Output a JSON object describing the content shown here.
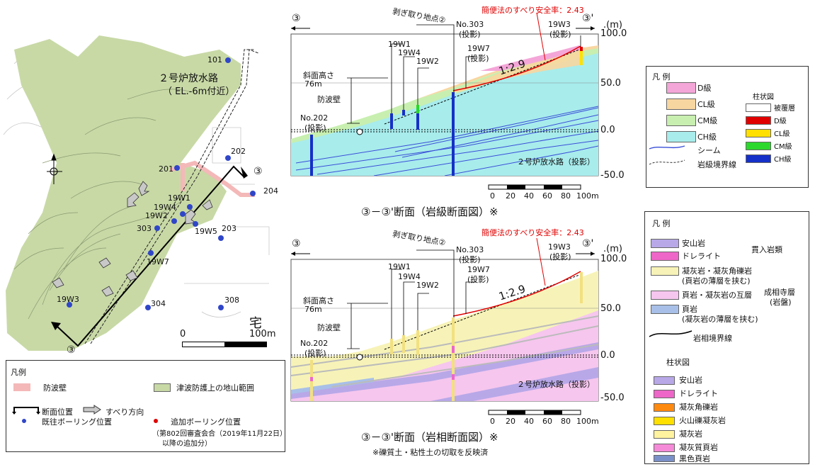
{
  "map": {
    "title_line1": "２号炉放水路",
    "title_line2": "（ EL.-6m付近）",
    "section_mark": "③",
    "section_mark_start": "③",
    "scale_zero": "0",
    "scale_end": "100m",
    "char_partial": "宅",
    "points": [
      "101",
      "202",
      "201",
      "204",
      "19W1",
      "19W4",
      "19W2",
      "303",
      "19W5",
      "203",
      "19W7",
      "19W3",
      "304",
      "308"
    ]
  },
  "map_legend": {
    "title": "凡例",
    "seawall": "防波壁",
    "mountain": "津波防護上の地山範囲",
    "section_pos": "断面位置",
    "slide_dir": "すべり方向",
    "existing_boring": "既往ボーリング位置",
    "added_boring": "追加ボーリング位置",
    "added_note1": "（第802回審査会合（2019年11月22日）",
    "added_note2": "以降の追加分）"
  },
  "top_section": {
    "left_mark": "③",
    "right_mark": "③'",
    "unit": ".(m)",
    "y_labels": [
      "100.0",
      "50.0",
      "0.0",
      "-50.0"
    ],
    "x_ticks": [
      "0",
      "20",
      "40",
      "60",
      "80",
      "100m"
    ],
    "safety": "簡便法のすべり安全率：2.43",
    "stripping_point": "剥ぎ取り地点②",
    "no303": "No.303",
    "proj1": "(投影)",
    "b_19w1": "19W1",
    "b_19w4": "19W4",
    "b_19w7": "19W7",
    "b_19w2": "19W2",
    "b_19w3": "19W3",
    "proj_19w3": "(投影)",
    "proj_19w7": "(投影)",
    "slope_height": "斜面高さ",
    "slope_height_val": "76m",
    "seawall": "防波壁",
    "no202": "No.202",
    "proj_no202": "(投影)",
    "ratio": "1:2.9",
    "outfall": "２号炉放水路（投影）",
    "caption": "③－③'断面（岩級断面図）※"
  },
  "top_legend": {
    "title": "凡 例",
    "d": "D級",
    "cl": "CL級",
    "cm": "CM級",
    "ch": "CH級",
    "seam": "シーム",
    "boundary": "岩級境界線",
    "col_title": "柱状図",
    "col_cover": "被覆層",
    "col_d": "D級",
    "col_cl": "CL級",
    "col_cm": "CM級",
    "col_ch": "CH級"
  },
  "bottom_section": {
    "left_mark": "③",
    "right_mark": "③'",
    "unit": ".(m)",
    "y_labels": [
      "100.0",
      "50.0",
      "0.0",
      "-50.0"
    ],
    "x_ticks": [
      "0",
      "20",
      "40",
      "60",
      "80",
      "100m"
    ],
    "safety": "簡便法のすべり安全率：2.43",
    "stripping_point": "剥ぎ取り地点②",
    "no303": "No.303",
    "proj1": "(投影)",
    "b_19w1": "19W1",
    "b_19w4": "19W4",
    "b_19w7": "19W7",
    "b_19w2": "19W2",
    "b_19w3": "19W3",
    "proj_19w3": "(投影)",
    "proj_19w7": "(投影)",
    "slope_height": "斜面高さ",
    "slope_height_val": "76m",
    "seawall": "防波壁",
    "no202": "No.202",
    "proj_no202": "(投影)",
    "ratio": "1:2.9",
    "outfall": "２号炉放水路（投影）",
    "caption": "③－③'断面（岩相断面図）※",
    "note": "※礫質土・粘性土の切取を反映済"
  },
  "bottom_legend": {
    "title": "凡 例",
    "andesite": "安山岩",
    "dolerite": "ドレライト",
    "intrusive": "貫入岩類",
    "tuff_breccia": "凝灰岩・凝灰角礫岩",
    "tuff_breccia_sub": "(頁岩の薄層を挟む)",
    "shale_tuff": "頁岩・凝灰岩の互層",
    "shale": "頁岩",
    "shale_sub": "(凝灰岩の薄層を挟む)",
    "formation": "成相寺層",
    "bedrock": "(岩盤)",
    "boundary": "岩相境界線",
    "col_title": "柱状図",
    "c_andesite": "安山岩",
    "c_dolerite": "ドレライト",
    "c_tuff_breccia": "凝灰角礫岩",
    "c_lapilli": "火山礫凝灰岩",
    "c_tuff": "凝灰岩",
    "c_tuff_shale": "凝灰質頁岩",
    "c_black_shale": "黒色頁岩"
  },
  "colors": {
    "mountain": "#c8d9a6",
    "d_class": "#f4a6d8",
    "cl_class": "#f8d6a0",
    "cm_class": "#c8efb0",
    "ch_class": "#a8ecec",
    "seam": "#3a4fd8",
    "red": "#e00000",
    "boring": "#3046c8",
    "tuff": "#f7f3b8",
    "alt": "#f6c6ee",
    "andesite": "#b8a8e8",
    "dolerite": "#ee66c8",
    "shale": "#a8c0e8"
  }
}
